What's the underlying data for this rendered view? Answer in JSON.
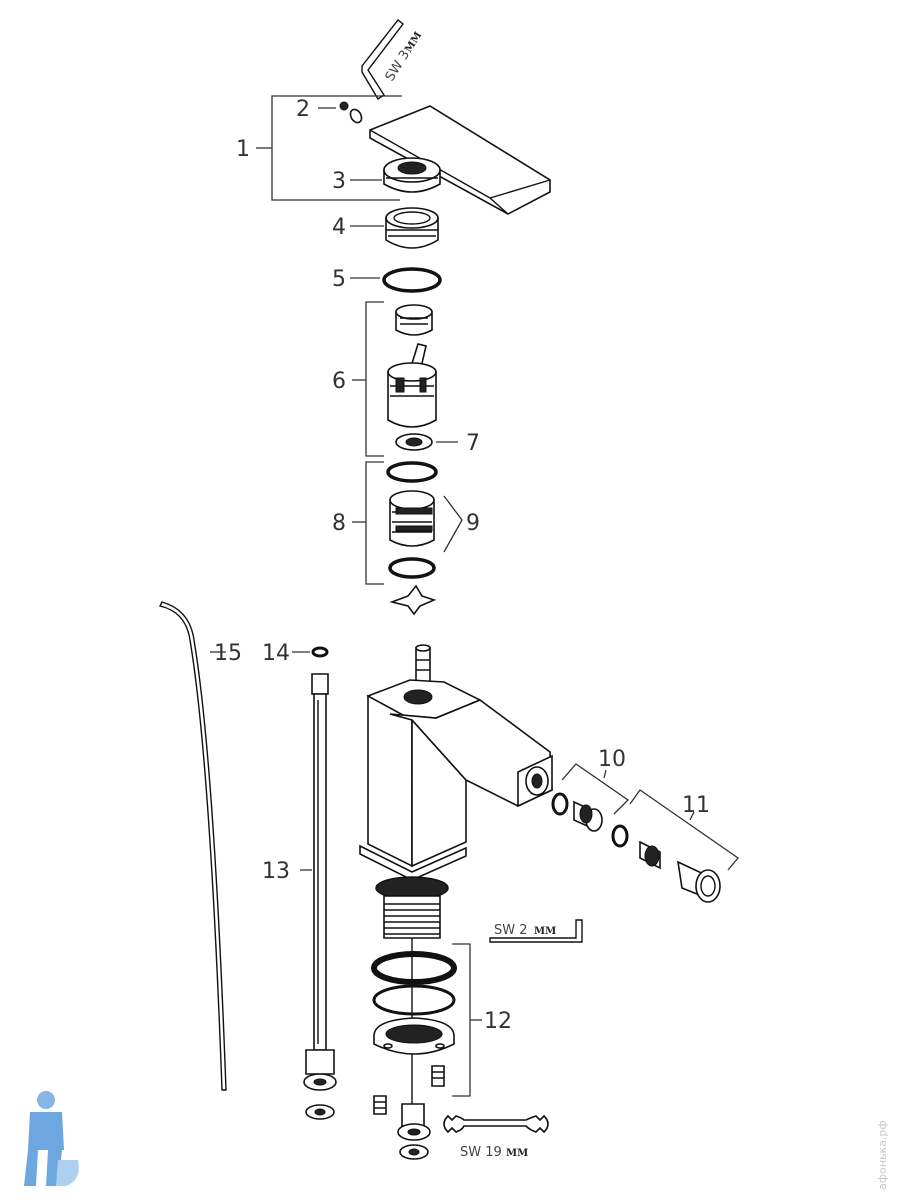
{
  "part_labels": {
    "p1": "1",
    "p2": "2",
    "p3": "3",
    "p4": "4",
    "p5": "5",
    "p6": "6",
    "p7": "7",
    "p8": "8",
    "p9": "9",
    "p10": "10",
    "p11": "11",
    "p12": "12",
    "p13": "13",
    "p14": "14",
    "p15": "15"
  },
  "tool_labels": {
    "hex_key_3": {
      "text": "SW 3",
      "unit": "MM"
    },
    "hex_key_2": {
      "text": "SW 2",
      "unit": "MM"
    },
    "wrench_19": {
      "text": "SW 19",
      "unit": "MM"
    }
  },
  "watermark": "афонька.рф",
  "colors": {
    "line": "#111111",
    "background": "#ffffff",
    "logo": "#4a90d9"
  }
}
